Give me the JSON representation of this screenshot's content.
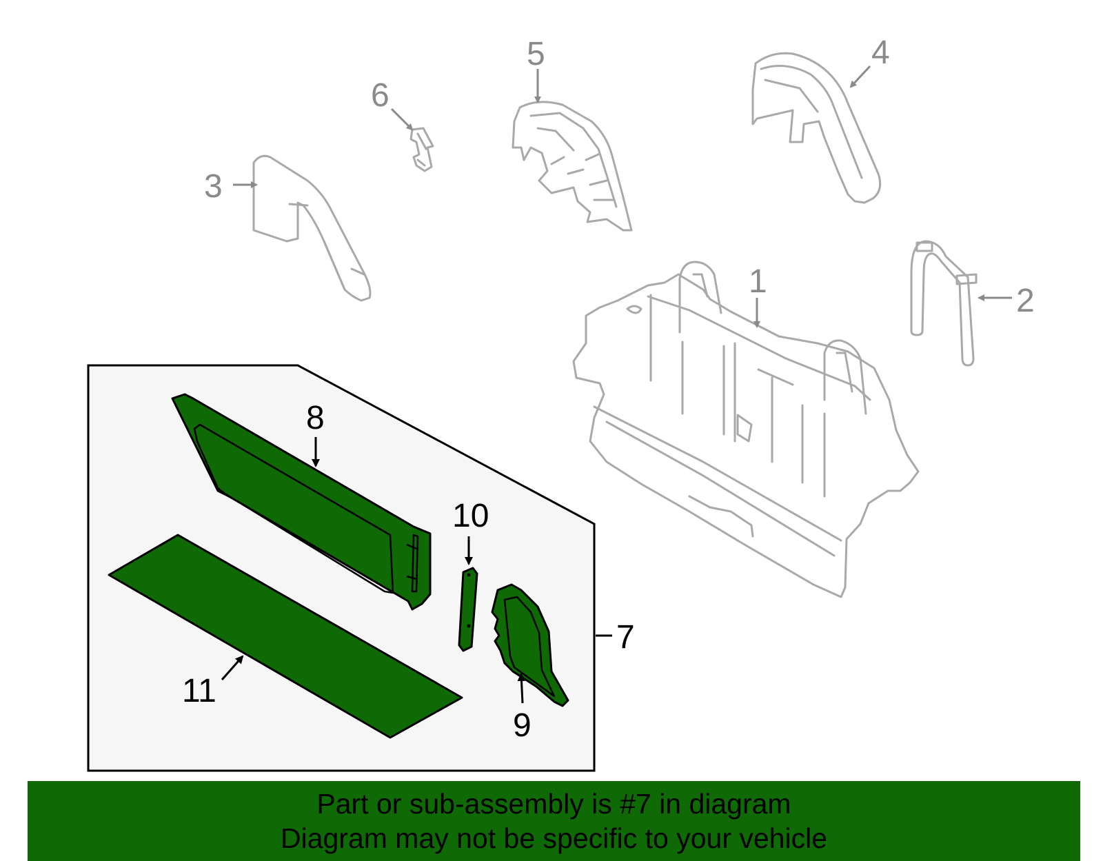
{
  "callouts": {
    "c1": "1",
    "c2": "2",
    "c3": "3",
    "c4": "4",
    "c5": "5",
    "c6": "6",
    "c7": "7",
    "c8": "8",
    "c9": "9",
    "c10": "10",
    "c11": "11"
  },
  "footer": {
    "line1": "Part or sub-assembly is #7 in diagram",
    "line2": "Diagram may not be specific to your vehicle"
  },
  "colors": {
    "highlight": "#0f6a06",
    "ghost_outline": "#a9a9a9",
    "callout_grey": "#8a8a8a",
    "inset_background": "#f6f6f6"
  }
}
